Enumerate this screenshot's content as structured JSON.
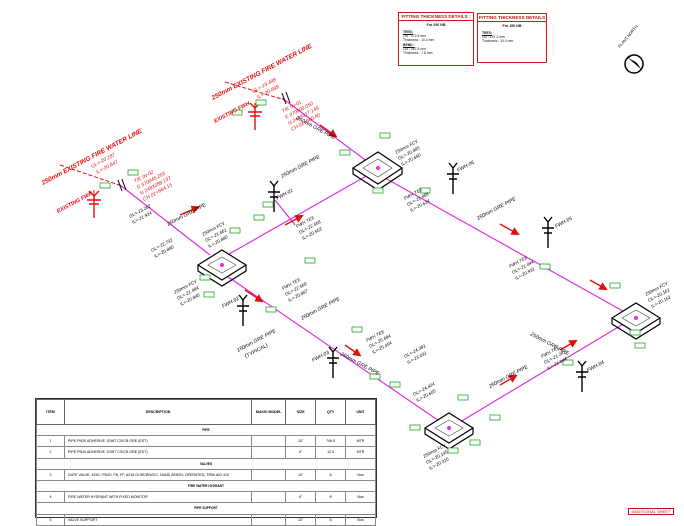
{
  "detail_250": {
    "title": "FITTING THICKNESS DETAILS :",
    "subtitle": "For 250 NB",
    "tees_label": "TEES:",
    "tees_od": "OD         :  272.6 mm",
    "tees_thk": "Thickness :  10.4 mm",
    "bend_label": "BEND :",
    "bend_od": "OD         :  267.6 mm",
    "bend_thk": "Thickness :  7.8 mm"
  },
  "detail_150": {
    "title": "FITTING THICKNESS DETAILS",
    "subtitle": "For 150 NB",
    "tees_label": "TEES:",
    "tees_od": "OD          :  157.2 mm",
    "tees_thk": "Thickness  :  10.4 mm"
  },
  "north_label": "PLANT NORTH",
  "existing": {
    "top_pipe": "250mm EXISTING FIRE WATER LINE",
    "top_levels": [
      "GL=-19.448",
      "IL=-20.899"
    ],
    "top_tie": [
      "TIE IN-01",
      "E 370000.050",
      "N 2483317.149",
      "CH 01+660.80"
    ],
    "top_fwh": "EXISTING FWH",
    "left_pipe": "250mm EXISTING FIRE WATER LINE",
    "left_levels": [
      "GL=-20.187",
      "IL=-20.847"
    ],
    "left_tie": [
      "TIE IN-02",
      "E 370045.203",
      "N 2483288.137",
      "CH 01+664.15"
    ],
    "left_fwh": "EXISTING FWH"
  },
  "pipes": [
    "250mm GRE PIPE",
    "250mm GRE PIPE",
    "250mm GRE PIPE",
    "250mm GRE PIPE",
    "250mm GRE PIPE",
    "250mm GRE PIPE",
    "250mm GRE PIPE",
    "250mm GRE PIPE"
  ],
  "typical_pipe": [
    "150mm GRE PIPE",
    "(TYPICAL)"
  ],
  "hydrants": [
    "FWH-01",
    "FWH-02",
    "FWH-03",
    "FWH-04",
    "FWH-05",
    "FWH-06"
  ],
  "tees": [
    {
      "name": "FWH TEE",
      "gl": "GL=-22.568",
      "il": "IL=-20.503"
    },
    {
      "name": "FWH TEE",
      "gl": "GL=-22.568",
      "il": "IL=-20.887"
    },
    {
      "name": "FWH TEE",
      "gl": "GL=-25.694",
      "il": "IL=-25.454"
    },
    {
      "name": "FWH TEE",
      "gl": "GL=-21.281",
      "il": "IL=-21.044"
    },
    {
      "name": "FWH TEE",
      "gl": "GL=-21.044",
      "il": "IL=-20.931"
    },
    {
      "name": "FWH TEE",
      "gl": "GL=-21.888",
      "il": "IL=-20.624"
    }
  ],
  "levels": [
    [
      "GL=-23.202",
      "IL=-21.924"
    ],
    [
      "GL=-22.732",
      "IL=-20.880"
    ],
    [
      "GL=-24.391",
      "IL=-23.031"
    ],
    [
      "GL=-24.424",
      "IL=-20.605"
    ]
  ],
  "fcvs": [
    [
      "250mm FCV",
      "GL=-21.661",
      "IL=-20.880"
    ],
    [
      "250mm FCV",
      "GL=-21.484",
      "IL=-20.840"
    ],
    [
      "250mm FCV",
      "GL=-20.885",
      "IL=-20.680"
    ],
    [
      "250mm FCV",
      "GL=-20.161",
      "IL=-20.161"
    ],
    [
      "250mm FCV",
      "GL=-20.145",
      "IL=-20.316"
    ]
  ],
  "table": {
    "headers": [
      "ITEM",
      "DESCRIPTION",
      "MAKE/ MODEL",
      "SIZE",
      "QTY",
      "UNIT"
    ],
    "sections": [
      "PIPE",
      "VALVES",
      "FIRE WATER HYDRANT",
      "PIPE SUPPORT"
    ],
    "rows": [
      {
        "item": "1",
        "desc": "PIPE PN20 ADHESIVE JOINT CS/CB GRE (EST)",
        "size": "10\"",
        "qty": "746.0",
        "unit": "MTR"
      },
      {
        "item": "2",
        "desc": "PIPE PN20 ADHESIVE JOINT CS/CB GRE (EST)",
        "size": "6\"",
        "qty": "12.0",
        "unit": "MTR"
      },
      {
        "item": "3",
        "desc": "GATE VALVE, #150 / PN20, FB, FF, A216 Gr.WCB/WCC, HAND WHEEL OPERATED, TRIM A/G 410",
        "size": "10\"",
        "qty": "6",
        "unit": "Nos"
      },
      {
        "item": "4",
        "desc": "FIRE WATER HYDRANT WITH FIXED MONITOR",
        "size": "6\"",
        "qty": "6",
        "unit": "Nos"
      },
      {
        "item": "5",
        "desc": "VALVE SUPPORT",
        "size": "10\"",
        "qty": "6",
        "unit": "Nos"
      }
    ]
  },
  "stamp": "ADDITIONAL SHEET",
  "colors": {
    "pipe": "#e030e0",
    "existing": "#e01010",
    "label_box": "#1fa81f",
    "line": "#000000"
  }
}
